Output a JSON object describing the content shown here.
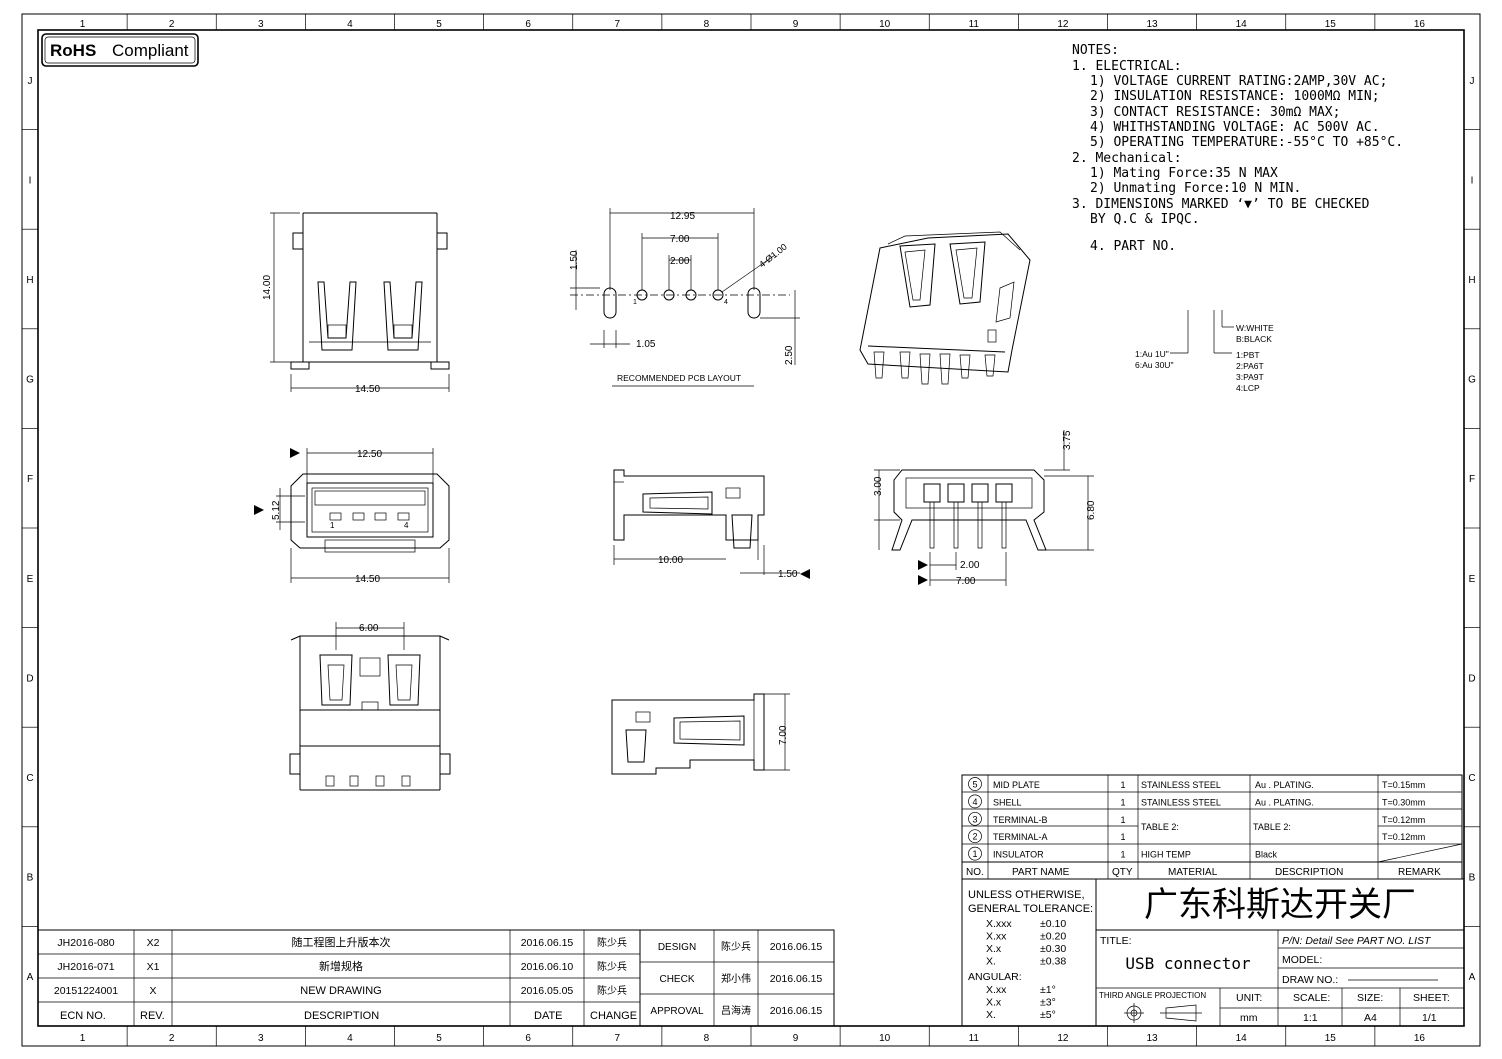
{
  "frame": {
    "col_numbers": [
      "1",
      "2",
      "3",
      "4",
      "5",
      "6",
      "7",
      "8",
      "9",
      "10",
      "11",
      "12",
      "13",
      "14",
      "15",
      "16"
    ],
    "row_letters": [
      "J",
      "I",
      "H",
      "G",
      "F",
      "E",
      "D",
      "C",
      "B",
      "A"
    ]
  },
  "rohs": {
    "bold": "RoHS",
    "text": "Compliant"
  },
  "notes": {
    "heading": "NOTES:",
    "lines": [
      "1. ELECTRICAL:",
      "1) VOLTAGE CURRENT RATING:2AMP,30V AC;",
      "2) INSULATION RESISTANCE: 1000MΩ MIN;",
      "3) CONTACT RESISTANCE: 30mΩ MAX;",
      "4) WHITHSTANDING VOLTAGE: AC 500V AC.",
      "5) OPERATING TEMPERATURE:-55°C TO +85°C.",
      "2. Mechanical:",
      "1) Mating Force:35 N MAX",
      "2) Unmating Force:10 N MIN.",
      "3. DIMENSIONS MARKED ‘▼’ TO BE CHECKED",
      "BY Q.C & IPQC.",
      "4. PART NO."
    ]
  },
  "part_no": {
    "color": [
      "W:WHITE",
      "B:BLACK"
    ],
    "plating": [
      "1:Au 1U\"",
      "6:Au 30U\""
    ],
    "material": [
      "1:PBT",
      "2:PA6T",
      "3:PA9T",
      "4:LCP"
    ]
  },
  "dims": {
    "top_w": "14.50",
    "top_h": "14.00",
    "pcb_w": "12.95",
    "pcb_7": "7.00",
    "pcb_2": "2.00",
    "pcb_hole": "4-Ø1.00",
    "pcb_150": "1.50",
    "pcb_105": "1.05",
    "pcb_250": "2.50",
    "pcb_title": "RECOMMENDED PCB LAYOUT",
    "pin1": "1",
    "pin4": "4",
    "front_w": "12.50",
    "front_h": "5.12",
    "front_bw": "14.50",
    "side_w": "10.00",
    "side_150": "1.50",
    "end_375": "3.75",
    "end_300": "3.00",
    "end_680": "6.80",
    "end_200": "2.00",
    "end_700": "7.00",
    "bot_w": "6.00",
    "side2_h": "7.00"
  },
  "bom": {
    "rows": [
      {
        "no": "5",
        "name": "MID PLATE",
        "qty": "1",
        "material": "STAINLESS STEEL",
        "desc": "Au . PLATING.",
        "remark": "T=0.15mm"
      },
      {
        "no": "4",
        "name": "SHELL",
        "qty": "1",
        "material": "STAINLESS STEEL",
        "desc": "Au . PLATING.",
        "remark": "T=0.30mm"
      },
      {
        "no": "3",
        "name": "TERMINAL-B",
        "qty": "1",
        "material": "",
        "desc": "",
        "remark": "T=0.12mm"
      },
      {
        "no": "2",
        "name": "TERMINAL-A",
        "qty": "1",
        "material": "",
        "desc": "",
        "remark": "T=0.12mm"
      },
      {
        "no": "1",
        "name": "INSULATOR",
        "qty": "1",
        "material": "HIGH TEMP",
        "desc": "Black",
        "remark": ""
      }
    ],
    "table2_mat": "TABLE 2:",
    "table2_desc": "TABLE 2:",
    "headers": [
      "NO.",
      "PART NAME",
      "QTY",
      "MATERIAL",
      "DESCRIPTION",
      "REMARK"
    ]
  },
  "tolerance": {
    "title1": "UNLESS OTHERWISE,",
    "title2": "GENERAL TOLERANCE:",
    "rows": [
      [
        "X.xxx",
        "±0.10"
      ],
      [
        "X.xx",
        "±0.20"
      ],
      [
        "X.x",
        "±0.30"
      ],
      [
        "X.",
        "±0.38"
      ]
    ],
    "angular": "ANGULAR:",
    "arows": [
      [
        "X.xx",
        "±1°"
      ],
      [
        "X.x",
        "±3°"
      ],
      [
        "X.",
        "±5°"
      ]
    ]
  },
  "company": "广东科斯达开关厂",
  "title_block": {
    "title_label": "TITLE:",
    "title": "USB connector",
    "pn": "P/N: Detail  See  PART  NO.  LIST",
    "model": "MODEL:",
    "draw_no": "DRAW  NO.:",
    "projection": "THIRD  ANGLE  PROJECTION",
    "unit_label": "UNIT:",
    "unit": "mm",
    "scale_label": "SCALE:",
    "scale": "1:1",
    "size_label": "SIZE:",
    "size": "A4",
    "sheet_label": "SHEET:",
    "sheet": "1/1"
  },
  "approvals": [
    {
      "role": "DESIGN",
      "name": "陈少兵",
      "date": "2016.06.15"
    },
    {
      "role": "CHECK",
      "name": "郑小伟",
      "date": "2016.06.15"
    },
    {
      "role": "APPROVAL",
      "name": "吕海涛",
      "date": "2016.06.15"
    }
  ],
  "revisions": [
    {
      "ecn": "JH2016-080",
      "rev": "X2",
      "desc": "随工程图上升版本次",
      "date": "2016.06.15",
      "by": "陈少兵"
    },
    {
      "ecn": "JH2016-071",
      "rev": "X1",
      "desc": "新增规格",
      "date": "2016.06.10",
      "by": "陈少兵"
    },
    {
      "ecn": "20151224001",
      "rev": "X",
      "desc": "NEW DRAWING",
      "date": "2016.05.05",
      "by": "陈少兵"
    }
  ],
  "rev_headers": {
    "ecn": "ECN  NO.",
    "rev": "REV.",
    "desc": "DESCRIPTION",
    "date": "DATE",
    "change": "CHANGE"
  }
}
